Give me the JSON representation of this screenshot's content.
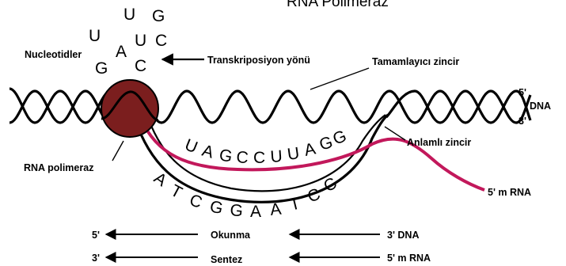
{
  "title": "RNA Polimeraz",
  "free_nucleotides": [
    "U",
    "G",
    "U",
    "C",
    "G",
    "A",
    "U",
    "C"
  ],
  "rna_bases": [
    "U",
    "A",
    "G",
    "C",
    "C",
    "U",
    "U",
    "A",
    "G",
    "G"
  ],
  "template_bases": [
    "A",
    "T",
    "C",
    "G",
    "G",
    "A",
    "A",
    "T",
    "C",
    "C"
  ],
  "labels": {
    "nucleotides": "Nucleotidler",
    "transcription_direction": "Transkriposiyon yönü",
    "complementary_strand": "Tamamlayıcı zincir",
    "sense_strand": "Anlamlı zincir",
    "rna_polymerase": "RNA polimeraz",
    "dna": "DNA",
    "mrna_end": "5' m RNA",
    "dna_5prime": "5'",
    "dna_3prime": "3'"
  },
  "direction_rows": [
    {
      "left_end": "5'",
      "center": "Okunma",
      "right_end": "3'  DNA"
    },
    {
      "left_end": "3'",
      "center": "Sentez",
      "right_end": "5' m RNA"
    }
  ],
  "colors": {
    "mrna": "#C2185B",
    "polymerase_fill": "#7B1E1E",
    "strand": "#000000"
  }
}
